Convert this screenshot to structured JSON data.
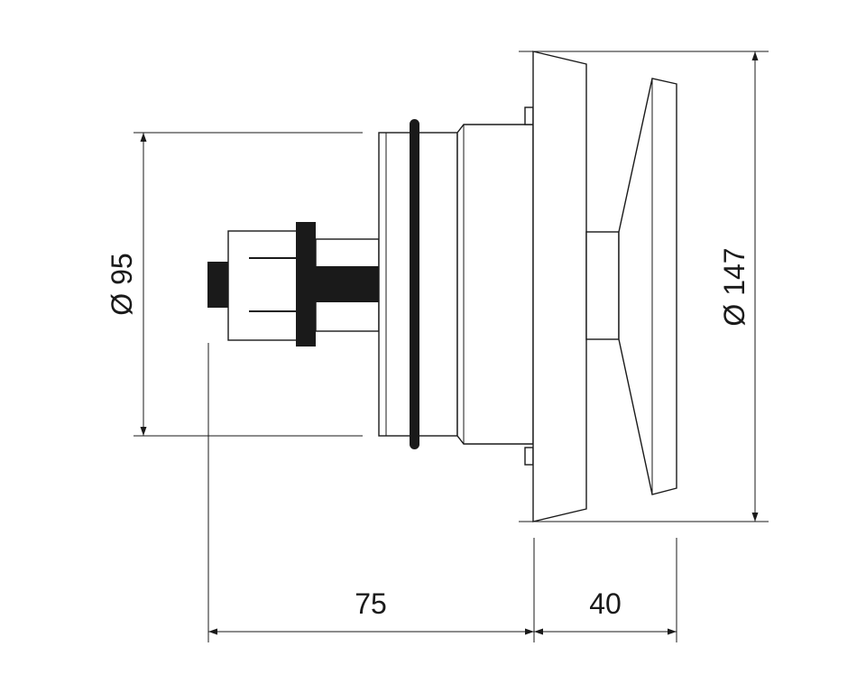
{
  "dimensions": {
    "diameter_small": "Ø 95",
    "diameter_large": "Ø 147",
    "length_body": "75",
    "length_cap": "40"
  },
  "colors": {
    "line": "#1a1a1a",
    "fill": "#ffffff",
    "seal": "#1a1a1a"
  }
}
